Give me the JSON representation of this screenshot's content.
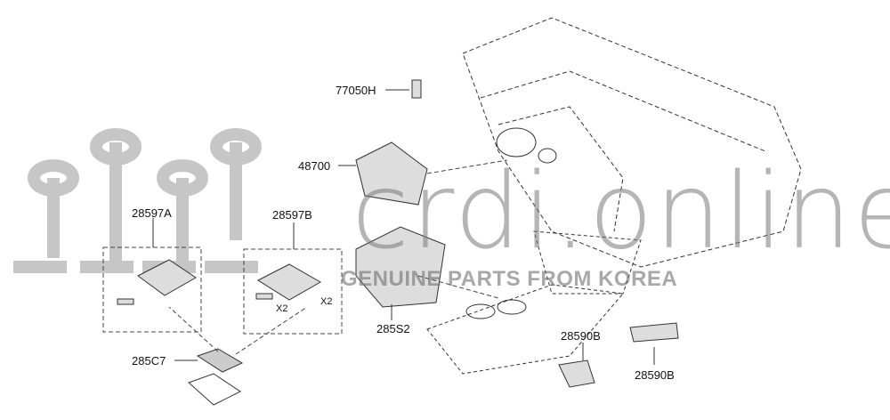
{
  "labels": {
    "p77050H": "77050H",
    "p48700": "48700",
    "p28597A": "28597A",
    "p28597B": "28597B",
    "x2a": "X2",
    "x2b": "X2",
    "p285S2": "285S2",
    "p285C7": "285C7",
    "p28590B_top": "28590B",
    "p28590B_bottom": "28590B"
  },
  "watermark": {
    "brand": "crdi.online",
    "tagline": "GENUINE PARTS FROM KOREA"
  }
}
